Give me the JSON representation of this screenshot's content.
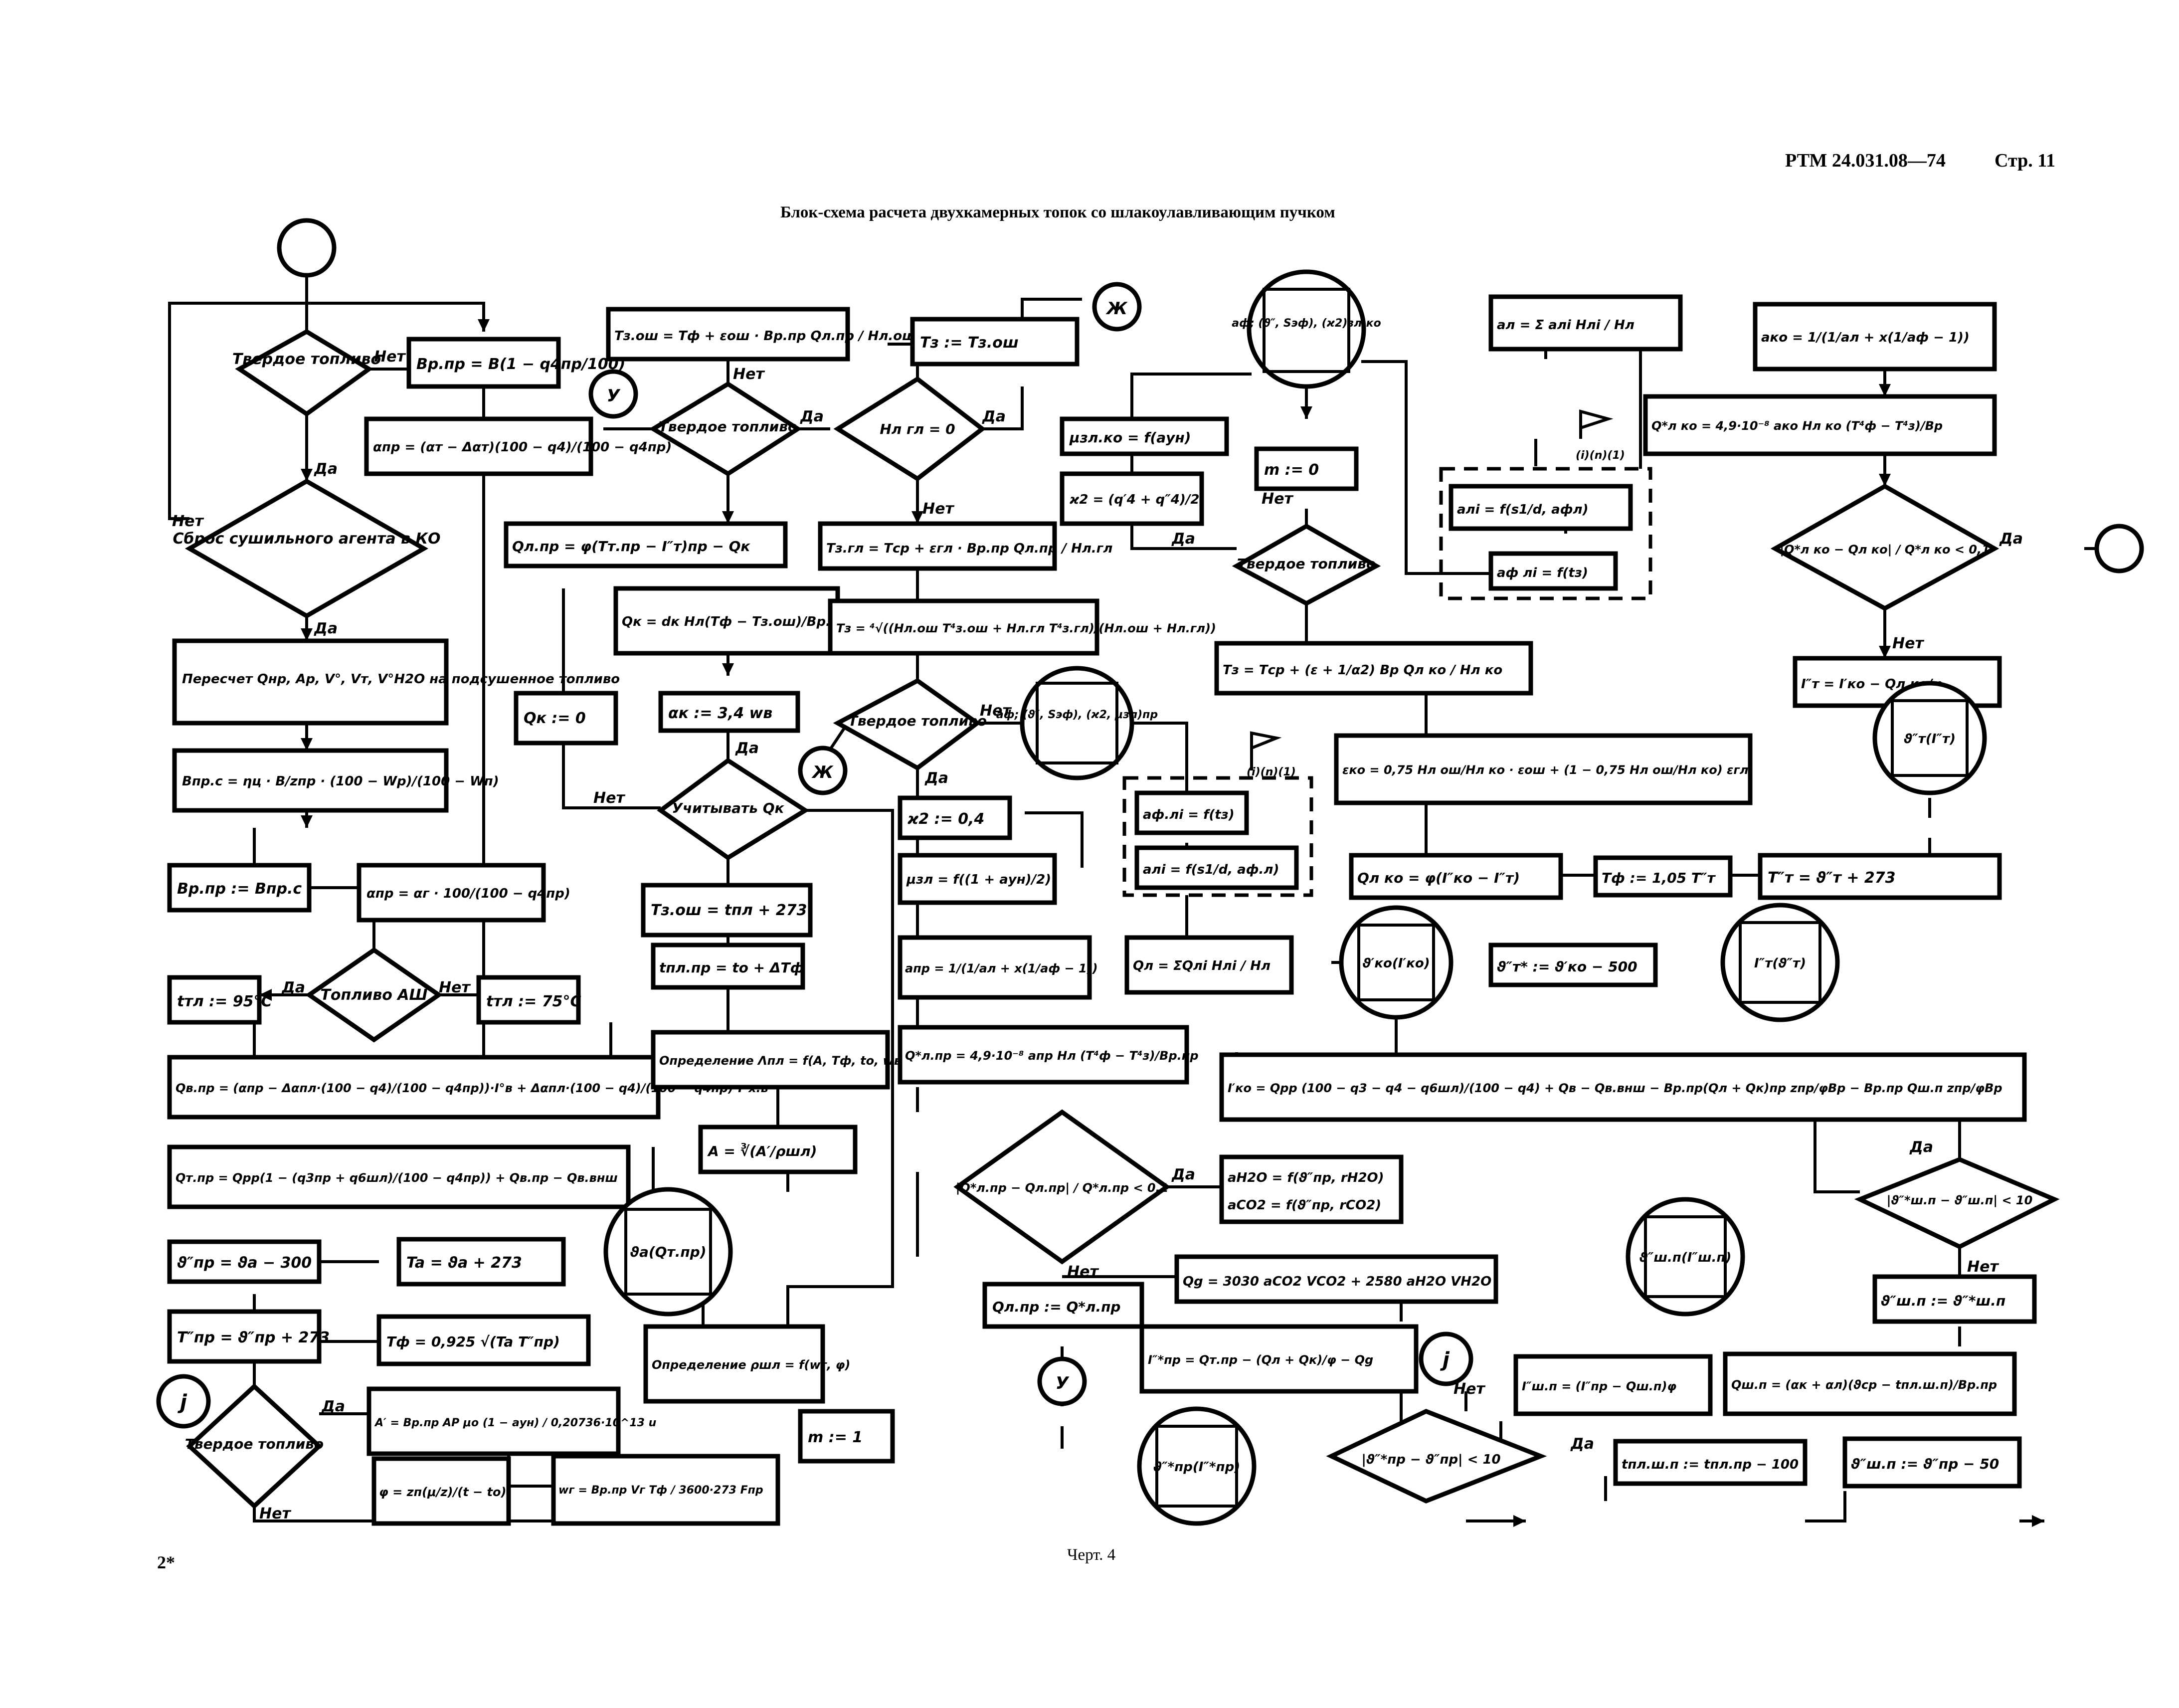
{
  "header": {
    "doc_code": "РТМ 24.031.08—74",
    "page": "Стр. 11",
    "title": "Блок-схема расчета двухкамерных топок со шлакоулавливающим пучком"
  },
  "footer": {
    "caption": "Черт. 4",
    "sheet_mark": "2*"
  },
  "labels": {
    "yes": "Да",
    "no": "Нет"
  },
  "connectors": {
    "zh": "Ж",
    "u": "У",
    "j": "j",
    "flag": "I",
    "flag_idx": "(i)(n)(1)"
  },
  "left_column": {
    "d_solid_fuel": "Твердое топливо",
    "b_bpr": "Bр.пр = B(1 − q4пр/100)",
    "b_alpha_pr": "αпр = (αт − Δαт)(100 − q4)/(100 − q4пр)",
    "d_dryer_agent": "Сброс сушильного агента в КО",
    "b_recalc": "Пересчет Qнр, Aр, V°, Vт, V°H2O на подсушенное топливо",
    "b_bprc": "Bпр.с = ηц · B/zпр · (100 − Wр)/(100 − Wп)",
    "b_bpr_assign": "Bр.пр := Bпр.с",
    "b_alpha_pr2": "αпр = αг · 100/(100 − q4пр)",
    "d_fuel_ash": "Топливо АШ",
    "b_t95": "tтл := 95°C",
    "b_t75": "tтл := 75°C",
    "b_qvpr": "Qв.пр = (αпр − Δαпл·(100 − q4)/(100 − q4пр))·I°в + Δαпл·(100 − q4)/(100 − q4пр)·I°х.в",
    "b_qtpr": "Qт.пр = Qрр(1 − (q3пр + q6шл)/(100 − q4пр)) + Qв.пр − Qв.внш",
    "b_theta_pr": "ϑ″пр = ϑa − 300",
    "b_Ta": "Ta = ϑa + 273",
    "c_theta_a": "ϑa(Qт.пр)",
    "b_T_pr": "T″пр = ϑ″пр + 273",
    "b_T_f": "Tф = 0,925 √(Ta T″пр)",
    "d_solid_fuel2": "Твердое топливо",
    "b_A_prime": "A′ = Bр.пр AР μо (1 − aун) / 0,20736·10^13 u",
    "b_phi": "φ = zп(μ/z)/(t − tо)",
    "b_wg": "wг = Bр.пр Vг Tф / 3600·273 Fпр"
  },
  "middle_column": {
    "b_T3osh": "Tз.ош = Tф + εош · Bр.пр Qл.пр / Hл.ош",
    "d_solid_fuel": "Твердое топливо",
    "b_qlpr": "Qл.пр = φ(Tт.пр − I″т)пр − Qк",
    "b_qk": "Qк = dк Hл(Tф − Tз.ош)/Bр.пр",
    "b_alpha_k": "αк := 3,4 wв",
    "b_qk0": "Qк := 0",
    "d_consider_qk": "Учитывать Qк",
    "b_T3osh2": "Tз.ош = tпл + 273",
    "b_tpl": "tпл.пр = tо + ΔTф",
    "b_lambda": "Определение Λпл = f(A, Tф, tо, wв)",
    "b_A": "A = ∛(A′/ρшл)",
    "b_pshl": "Определение ρшл = f(wг, φ)",
    "b_m1": "m := 1",
    "b_T3": "Tз := Tз.ош",
    "d_H_gl": "Hл гл = 0",
    "b_T3gl": "Tз.гл = Tср + εгл · Bр.пр Qл.пр / Hл.гл",
    "b_T3_root": "Tз = ⁴√((Hл.ош T⁴з.ош + Hл.гл T⁴з.гл)/(Hл.ош + Hл.гл))",
    "d_solid_fuel2": "Твердое топливо",
    "c_alpha_phi": "aф; (ϑ″, Sэф), (ϰ2, μзл)пр",
    "b_kappa": "ϰ2 := 0,4",
    "b_mu": "μзл = f((1 + aун)/2)",
    "b_a_pr": "aпр = 1/(1/aл + x(1/aф − 1))",
    "b_q_star": "Q*л.пр = 4,9·10⁻⁸ aпр Hл (T⁴ф − T⁴з)/Bр.пр",
    "d_convergence": "|Q*л.пр − Qл.пр| / Q*л.пр < 0,1",
    "b_qlpr_assign": "Qл.пр := Q*л.пр",
    "b_a_phi_li": "aф.лi = f(tз)",
    "b_a_li": "aлi = f(s1/d, aф.л)",
    "b_Ql": "Qл = ΣQлi Hлi / Hл"
  },
  "center_right": {
    "c_a_zlko": "aф; (ϑ″, Sэф), (ϰ2)зл.ко",
    "b_mu_zlko": "μзл.ко = f(aун)",
    "b_kappa2": "ϰ2 = (q′4 + q″4)/2",
    "b_m0": "m := 0",
    "d_solid_fuel": "Твердое топливо",
    "b_T3_ko": "Tз = Tср + (ε + 1/α2) Bр Qл ко / Hл ко",
    "b_eps_ko": "εко = 0,75 Hл ош/Hл ко · εош + (1 − 0,75 Hл ош/Hл ко) εгл",
    "b_Ql_ko": "Qл ко = φ(I″ко − I″т)",
    "b_T_phi": "Tф := 1,05 T″т",
    "b_T_t": "T″т = ϑ″т + 273",
    "c_theta_ko": "ϑ′ко(I′ко)",
    "b_theta_star": "ϑ″т* := ϑ′ко − 500",
    "c_It": "I″т(ϑ″т)",
    "b_I_ko": "I′ко = Qрр (100 − q3 − q4 − q6шл)/(100 − q4) + Qв − Qв.внш − Bр.пр(Qл + Qк)пр zпр/φBр − Bр.пр Qш.п zпр/φBр",
    "b_a_H2O": "aH2O = f(ϑ″пр, rH2O)",
    "b_a_CO2": "aCO2 = f(ϑ″пр, rCO2)",
    "b_Qg": "Qg = 3030 aCO2 VCO2 + 2580 aH2O VH2O",
    "b_I_pr_star": "I″*пр = Qт.пр − (Qл + Qк)/φ − Qg",
    "c_theta_pr_star": "ϑ″*пр(I″*пр)",
    "d_theta_pr": "|ϑ″*пр − ϑ″пр| < 10",
    "b_t_plshp": "tпл.ш.п := tпл.пр − 100",
    "b_theta_shp": "ϑ″ш.п := ϑ″пр − 50"
  },
  "right_column": {
    "b_a_l": "aл = Σ aлi Hлi / Hл",
    "b_a_ko": "aко = 1/(1/aл + x(1/aф − 1))",
    "b_a_li": "aлi = f(s1/d, aфл)",
    "b_a_phi_li": "aф лi = f(tз)",
    "b_Q_star_ko": "Q*л ко = 4,9·10⁻⁸ aко Hл ко (T⁴ф − T⁴з)/Bр",
    "d_convergence_ko": "|Q*л ко − Qл ко| / Q*л ко < 0,1",
    "b_I_t": "I″т = I′ко − Qл ко/φ",
    "c_theta_t": "ϑ″т(I″т)",
    "d_theta_shp": "|ϑ″*ш.п − ϑ″ш.п| < 10",
    "b_theta_shp_assign": "ϑ″ш.п := ϑ″*ш.п",
    "c_theta_shp": "ϑ″ш.п(I″ш.п)",
    "b_Q_shp": "Qш.п = (αк + αл)(ϑср − tпл.ш.п)/Bр.пр",
    "b_I_shp": "I″ш.п = (I″пр − Qш.п)φ"
  }
}
